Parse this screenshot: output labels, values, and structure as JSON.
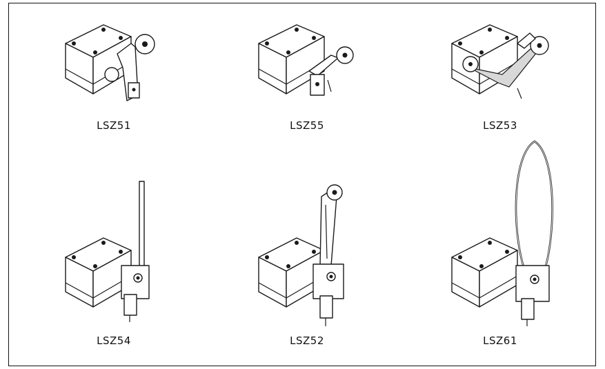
{
  "figure": {
    "items": [
      {
        "label": "LSZ51"
      },
      {
        "label": "LSZ55"
      },
      {
        "label": "LSZ53"
      },
      {
        "label": "LSZ54"
      },
      {
        "label": "LSZ52"
      },
      {
        "label": "LSZ61"
      }
    ]
  }
}
